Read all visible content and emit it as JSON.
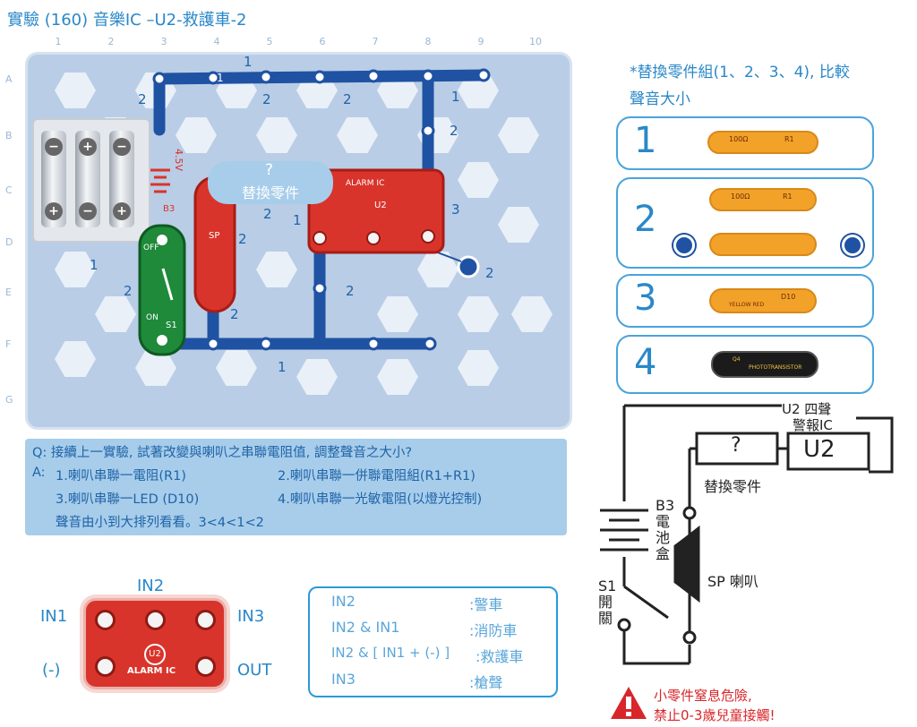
{
  "title": "實驗 (160) 音樂IC –U2-救護車-2",
  "grid": {
    "columns": [
      "1",
      "2",
      "3",
      "4",
      "5",
      "6",
      "7",
      "8",
      "9",
      "10"
    ],
    "rows": [
      "A",
      "B",
      "C",
      "D",
      "E",
      "F",
      "G"
    ]
  },
  "board": {
    "battery_label": "4.5V",
    "battery_id": "B3",
    "switch_off": "OFF",
    "switch_on": "ON",
    "switch_id": "S1",
    "speaker_id": "SP",
    "ic_name": "ALARM IC",
    "ic_id": "U2",
    "replace_bubble_mark": "?",
    "replace_bubble_text": "替換零件",
    "wire_numbers": [
      "1",
      "2",
      "2",
      "2",
      "2",
      "1",
      "2",
      "3",
      "1",
      "2",
      "1",
      "2",
      "2",
      "2",
      "1",
      "2",
      "1"
    ]
  },
  "qa": {
    "question": "Q: 接續上一實驗, 試著改變與喇叭之串聯電阻值, 調整聲音之大小?",
    "a_prefix": "A:",
    "a1": "1.喇叭串聯一電阻(R1)",
    "a2": "2.喇叭串聯一併聯電阻組(R1+R1)",
    "a3": "3.喇叭串聯一LED (D10)",
    "a4": "4.喇叭串聯一光敏電阻(以燈光控制)",
    "a5": "聲音由小到大排列看看。3<4<1<2"
  },
  "ic_pins": {
    "in1": "IN1",
    "in2": "IN2",
    "in3": "IN3",
    "minus": "(-)",
    "out": "OUT",
    "chip_id": "U2",
    "chip_name": "ALARM IC"
  },
  "sounds": [
    {
      "pins": "IN2",
      "sound": ":警車"
    },
    {
      "pins": "IN2 & IN1",
      "sound": ":消防車"
    },
    {
      "pins": "IN2 & [ IN1 + (-) ]",
      "sound": ":救護車"
    },
    {
      "pins": "IN3",
      "sound": ":槍聲"
    }
  ],
  "replace": {
    "title_line1": "*替換零件組(1、2、3、4), 比較",
    "title_line2": "聲音大小",
    "options": [
      {
        "num": "1",
        "part": "100Ω",
        "id": "R1"
      },
      {
        "num": "2",
        "part": "100Ω",
        "id": "R1"
      },
      {
        "num": "3",
        "part": "D10",
        "id": "YELLOW RED"
      },
      {
        "num": "4",
        "part": "PHOTOTRANSISTOR",
        "id": "Q4"
      }
    ]
  },
  "schematic": {
    "u2_label_1": "U2 四聲",
    "u2_label_2": "警報IC",
    "u2_box": "U2",
    "replace_mark": "?",
    "replace_label": "替換零件",
    "battery_label": "B3\n電\n池\n盒",
    "speaker_label": "SP 喇叭",
    "switch_label": "S1\n開\n關"
  },
  "warning": {
    "line1": "小零件窒息危險,",
    "line2": "禁止0-3歲兒童接觸!"
  },
  "colors": {
    "accent": "#2a88c8",
    "wire": "#1f52a2",
    "ic_red": "#d9342b",
    "switch_green": "#1e8a3a",
    "warning_red": "#d8262a",
    "resistor_tan": "#f2a228"
  }
}
